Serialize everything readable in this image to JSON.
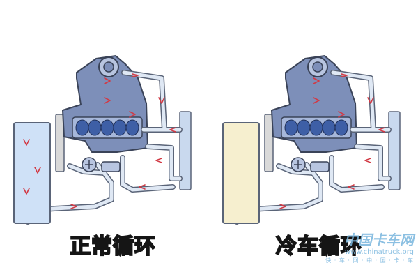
{
  "diagram": {
    "panels": [
      {
        "id": "normal",
        "caption": "正常循环",
        "radiator_state": "hot"
      },
      {
        "id": "cold",
        "caption": "冷车循环",
        "radiator_state": "cold"
      }
    ],
    "colors": {
      "engine_block": "#7d8fb9",
      "engine_outline": "#3a4358",
      "pipe_fill": "#dfe8f4",
      "pipe_outline": "#5a6478",
      "flow_arrow": "#d23a45",
      "radiator_hot": "#cfe1f7",
      "radiator_cold": "#f6efcf",
      "cylinder": "#3e5fa6"
    },
    "icons": [
      "flow-arrow-icon",
      "water-pump-icon",
      "thermostat-icon"
    ]
  },
  "watermark": {
    "name": "中国卡车网",
    "url": "www.chinatruck.org",
    "slogan": "快 · 车 · 网 · 中 · 国 · 卡 · 车"
  }
}
